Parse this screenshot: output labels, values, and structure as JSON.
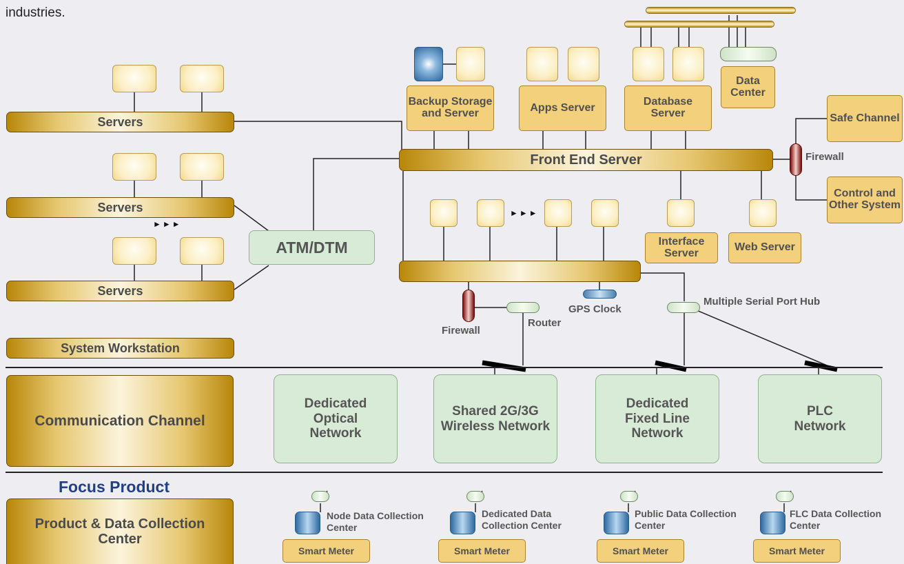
{
  "intro_text": "industries.",
  "server_bars": [
    "Servers",
    "Servers",
    "Servers"
  ],
  "ellipsis": "►►►",
  "system_workstation": "System Workstation",
  "atm_dtm": "ATM/DTM",
  "backup_storage": "Backup Storage and Server",
  "apps_server": "Apps Server",
  "database_server": "Database Server",
  "data_center": "Data Center",
  "front_end_server": "Front End Server",
  "firewall_right": "Firewall",
  "safe_channel": "Safe Channel",
  "control_system": "Control and Other System",
  "interface_server": "Interface Server",
  "web_server": "Web Server",
  "firewall_bottom": "Firewall",
  "router": "Router",
  "gps_clock": "GPS Clock",
  "serial_hub": "Multiple Serial Port Hub",
  "communication_channel": "Communication Channel",
  "networks": [
    "Dedicated Optical Network",
    "Shared 2G/3G Wireless Network",
    "Dedicated Fixed Line Network",
    "PLC Network"
  ],
  "focus_product": "Focus Product",
  "product_center": "Product & Data Collection Center",
  "collection_centers": [
    "Node Data Collection Center",
    "Dedicated Data Collection Center",
    "Public Data Collection Center",
    "FLC Data Collection Center"
  ],
  "smart_meter": "Smart Meter",
  "colors": {
    "heading_blue": "#1f3f86",
    "gold": "#c9a13a",
    "green": "#d8ebd6",
    "firewall": "#7a0c0c"
  }
}
